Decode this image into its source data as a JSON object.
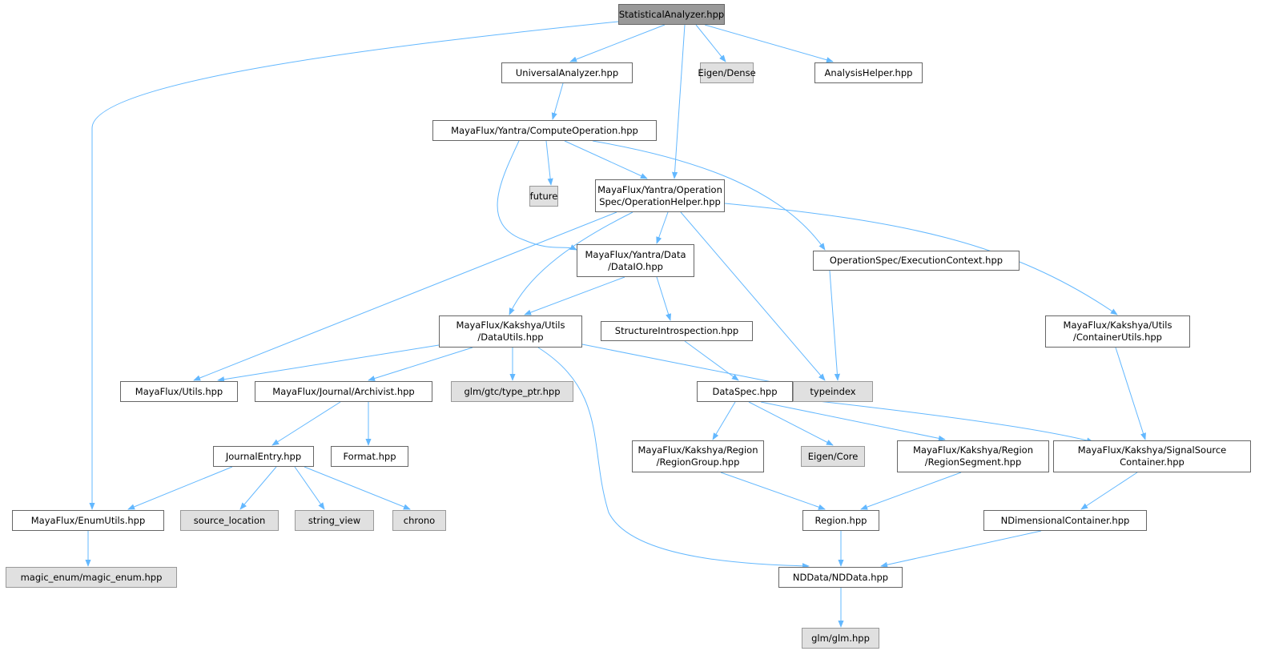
{
  "graph": {
    "type": "include-dependency-graph",
    "colors": {
      "edge": "#63b8ff",
      "root_fill": "#999999",
      "external_fill": "#e0e0e0",
      "node_fill": "#ffffff"
    },
    "nodes": {
      "sa": {
        "lines": [
          "StatisticalAnalyzer.hpp"
        ],
        "kind": "root"
      },
      "ua": {
        "lines": [
          "UniversalAnalyzer.hpp"
        ],
        "kind": "local"
      },
      "ed": {
        "lines": [
          "Eigen/Dense"
        ],
        "kind": "external"
      },
      "ah": {
        "lines": [
          "AnalysisHelper.hpp"
        ],
        "kind": "local"
      },
      "co": {
        "lines": [
          "MayaFlux/Yantra/ComputeOperation.hpp"
        ],
        "kind": "local"
      },
      "fu": {
        "lines": [
          "future"
        ],
        "kind": "external"
      },
      "oh": {
        "lines": [
          "MayaFlux/Yantra/Operation",
          "Spec/OperationHelper.hpp"
        ],
        "kind": "local"
      },
      "dio": {
        "lines": [
          "MayaFlux/Yantra/Data",
          "/DataIO.hpp"
        ],
        "kind": "local"
      },
      "ec": {
        "lines": [
          "OperationSpec/ExecutionContext.hpp"
        ],
        "kind": "local"
      },
      "du": {
        "lines": [
          "MayaFlux/Kakshya/Utils",
          "/DataUtils.hpp"
        ],
        "kind": "local"
      },
      "si": {
        "lines": [
          "StructureIntrospection.hpp"
        ],
        "kind": "local"
      },
      "cu": {
        "lines": [
          "MayaFlux/Kakshya/Utils",
          "/ContainerUtils.hpp"
        ],
        "kind": "local"
      },
      "ut": {
        "lines": [
          "MayaFlux/Utils.hpp"
        ],
        "kind": "local"
      },
      "ar": {
        "lines": [
          "MayaFlux/Journal/Archivist.hpp"
        ],
        "kind": "local"
      },
      "gtp": {
        "lines": [
          "glm/gtc/type_ptr.hpp"
        ],
        "kind": "external"
      },
      "ti": {
        "lines": [
          "typeindex"
        ],
        "kind": "external"
      },
      "ds": {
        "lines": [
          "DataSpec.hpp"
        ],
        "kind": "local"
      },
      "je": {
        "lines": [
          "JournalEntry.hpp"
        ],
        "kind": "local"
      },
      "fm": {
        "lines": [
          "Format.hpp"
        ],
        "kind": "local"
      },
      "rg": {
        "lines": [
          "MayaFlux/Kakshya/Region",
          "/RegionGroup.hpp"
        ],
        "kind": "local"
      },
      "ecore": {
        "lines": [
          "Eigen/Core"
        ],
        "kind": "external"
      },
      "rs": {
        "lines": [
          "MayaFlux/Kakshya/Region",
          "/RegionSegment.hpp"
        ],
        "kind": "local"
      },
      "ssc": {
        "lines": [
          "MayaFlux/Kakshya/SignalSource",
          "Container.hpp"
        ],
        "kind": "local"
      },
      "eu": {
        "lines": [
          "MayaFlux/EnumUtils.hpp"
        ],
        "kind": "local"
      },
      "sl": {
        "lines": [
          "source_location"
        ],
        "kind": "external"
      },
      "sv": {
        "lines": [
          "string_view"
        ],
        "kind": "external"
      },
      "ch": {
        "lines": [
          "chrono"
        ],
        "kind": "external"
      },
      "re": {
        "lines": [
          "Region.hpp"
        ],
        "kind": "local"
      },
      "ndc": {
        "lines": [
          "NDimensionalContainer.hpp"
        ],
        "kind": "local"
      },
      "me": {
        "lines": [
          "magic_enum/magic_enum.hpp"
        ],
        "kind": "external"
      },
      "nd": {
        "lines": [
          "NDData/NDData.hpp"
        ],
        "kind": "local"
      },
      "glm": {
        "lines": [
          "glm/glm.hpp"
        ],
        "kind": "external"
      }
    },
    "edges": [
      [
        "sa",
        "eu"
      ],
      [
        "sa",
        "ua"
      ],
      [
        "sa",
        "oh"
      ],
      [
        "sa",
        "ed"
      ],
      [
        "sa",
        "ah"
      ],
      [
        "ua",
        "co"
      ],
      [
        "co",
        "fu"
      ],
      [
        "co",
        "oh"
      ],
      [
        "co",
        "dio"
      ],
      [
        "co",
        "ec"
      ],
      [
        "oh",
        "ut"
      ],
      [
        "oh",
        "dio"
      ],
      [
        "oh",
        "du"
      ],
      [
        "oh",
        "ti"
      ],
      [
        "oh",
        "cu"
      ],
      [
        "ec",
        "ti"
      ],
      [
        "dio",
        "du"
      ],
      [
        "dio",
        "si"
      ],
      [
        "du",
        "ut"
      ],
      [
        "du",
        "ar"
      ],
      [
        "du",
        "gtp"
      ],
      [
        "du",
        "ti"
      ],
      [
        "du",
        "nd"
      ],
      [
        "si",
        "ds"
      ],
      [
        "cu",
        "ssc"
      ],
      [
        "ar",
        "je"
      ],
      [
        "ar",
        "fm"
      ],
      [
        "ds",
        "rg"
      ],
      [
        "ds",
        "ecore"
      ],
      [
        "ds",
        "rs"
      ],
      [
        "ds",
        "ssc"
      ],
      [
        "je",
        "eu"
      ],
      [
        "je",
        "sl"
      ],
      [
        "je",
        "sv"
      ],
      [
        "je",
        "ch"
      ],
      [
        "eu",
        "me"
      ],
      [
        "rg",
        "re"
      ],
      [
        "rs",
        "re"
      ],
      [
        "ssc",
        "ndc"
      ],
      [
        "re",
        "nd"
      ],
      [
        "ndc",
        "nd"
      ],
      [
        "nd",
        "glm"
      ]
    ]
  }
}
